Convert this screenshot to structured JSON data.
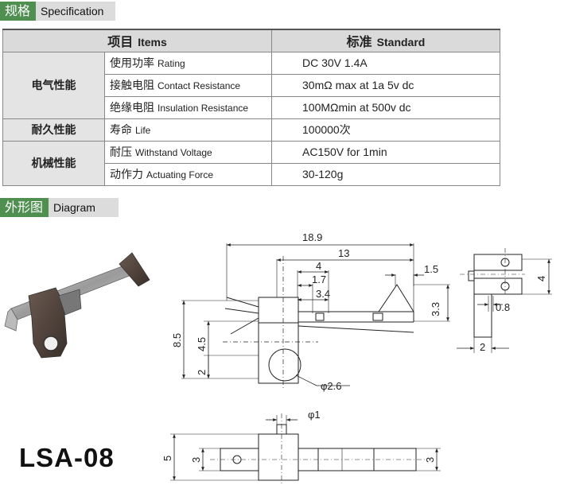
{
  "spec_header": {
    "cn": "规格",
    "en": "Specification"
  },
  "table": {
    "col_item_cn": "项目",
    "col_item_en": "Items",
    "col_std_cn": "标准",
    "col_std_en": "Standard",
    "groups": [
      {
        "label": "电气性能",
        "rows": [
          {
            "cn": "使用功率",
            "en": "Rating",
            "value": "DC 30V 1.4A"
          },
          {
            "cn": "接触电阻",
            "en": "Contact Resistance",
            "value": "30mΩ max at 1a 5v dc"
          },
          {
            "cn": "绝缘电阻",
            "en": "Insulation Resistance",
            "value": "100MΩmin at 500v dc"
          }
        ]
      },
      {
        "label": "耐久性能",
        "rows": [
          {
            "cn": "寿命",
            "en": "Life",
            "value": "100000次"
          }
        ]
      },
      {
        "label": "机械性能",
        "rows": [
          {
            "cn": "耐压",
            "en": "Withstand Voltage",
            "value": "AC150V for 1min"
          },
          {
            "cn": "动作力",
            "en": "Actuating Force",
            "value": "30-120g"
          }
        ]
      }
    ]
  },
  "diagram_header": {
    "cn": "外形图",
    "en": "Diagram"
  },
  "model": "LSA-08",
  "dimensions": {
    "d18_9": "18.9",
    "d13": "13",
    "d4": "4",
    "d1_7": "1.7",
    "d3_4": "3.4",
    "d1_5": "1.5",
    "d3_3": "3.3",
    "d8_5": "8.5",
    "d4_5": "4.5",
    "d2": "2",
    "dphi2_6": "φ2.6",
    "side_4": "4",
    "side_0_8": "0.8",
    "side_2": "2",
    "dphi1": "φ1",
    "b5": "5",
    "b3": "3",
    "b3r": "3"
  }
}
